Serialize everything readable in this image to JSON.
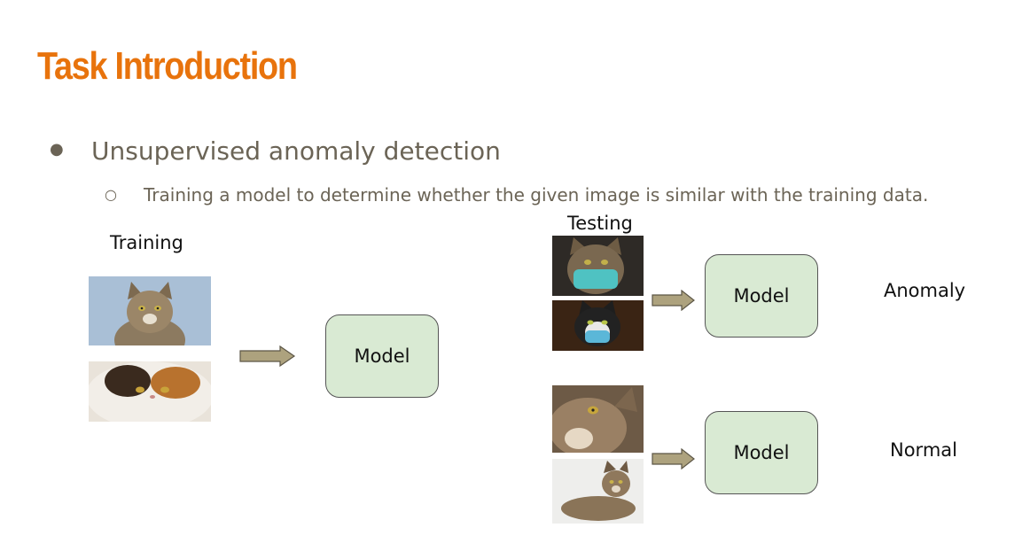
{
  "slide": {
    "title": "Task Introduction",
    "bullets": [
      {
        "text": "Unsupervised anomaly detection"
      },
      {
        "text": "Training a model to determine whether the given image is similar with the training data."
      }
    ]
  },
  "diagram": {
    "training": {
      "label": "Training",
      "model_label": "Model"
    },
    "testing": {
      "label": "Testing",
      "groups": [
        {
          "model_label": "Model",
          "result": "Anomaly"
        },
        {
          "model_label": "Model",
          "result": "Normal"
        }
      ]
    }
  },
  "colors": {
    "title": "#e8730c",
    "body_text": "#6b6456",
    "model_fill": "#d9ead3",
    "arrow_fill": "#ada27e"
  }
}
